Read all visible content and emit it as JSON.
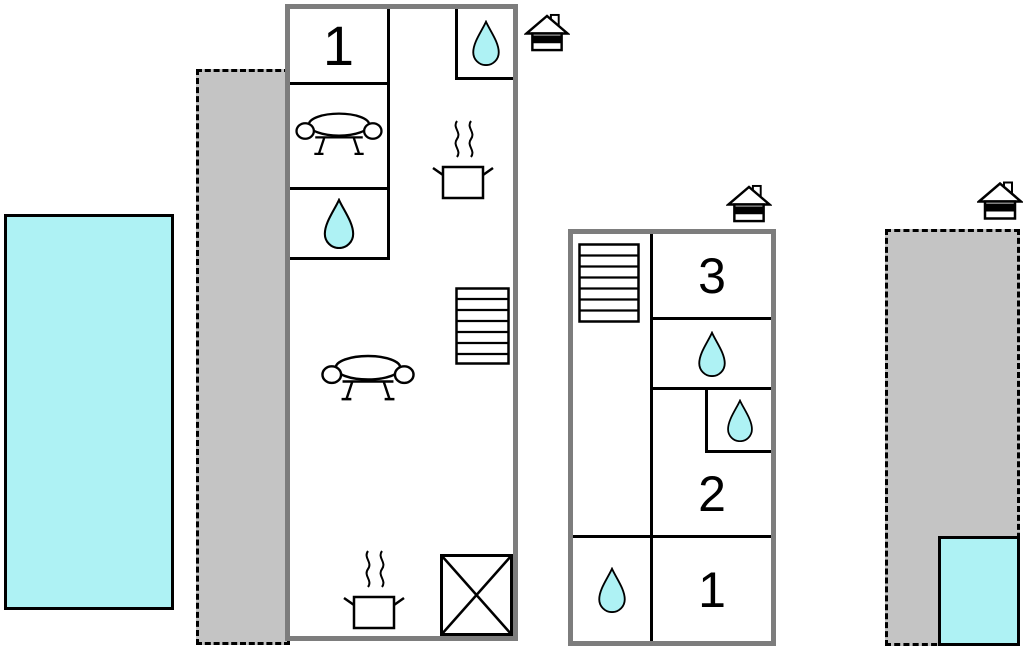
{
  "diagram": {
    "type": "floor-plan",
    "background": "#ffffff"
  },
  "colors": {
    "water": "#aef2f4",
    "terrace_fill": "#c4c4c4",
    "building_wall": "#7d7d7d",
    "line": "#000000",
    "room_fill": "#ffffff"
  },
  "main_building": {
    "bedroom_label": "1",
    "icons": [
      "water-drop-icon",
      "sofa-icon",
      "water-drop-icon",
      "stove-pot-icon",
      "stairs-icon",
      "sofa-icon",
      "stove-pot-icon",
      "cross-icon"
    ]
  },
  "annex_building": {
    "room3_label": "3",
    "room2_label": "2",
    "room1_label": "1",
    "icons": [
      "stairs-icon",
      "water-drop-icon",
      "water-drop-icon",
      "water-drop-icon"
    ]
  },
  "outdoor": {
    "features": [
      "swimming-pool",
      "terrace-left",
      "terrace-right",
      "plunge-pool"
    ],
    "chimney_icons": [
      "house-chimney-icon",
      "house-chimney-icon",
      "house-chimney-icon"
    ]
  }
}
